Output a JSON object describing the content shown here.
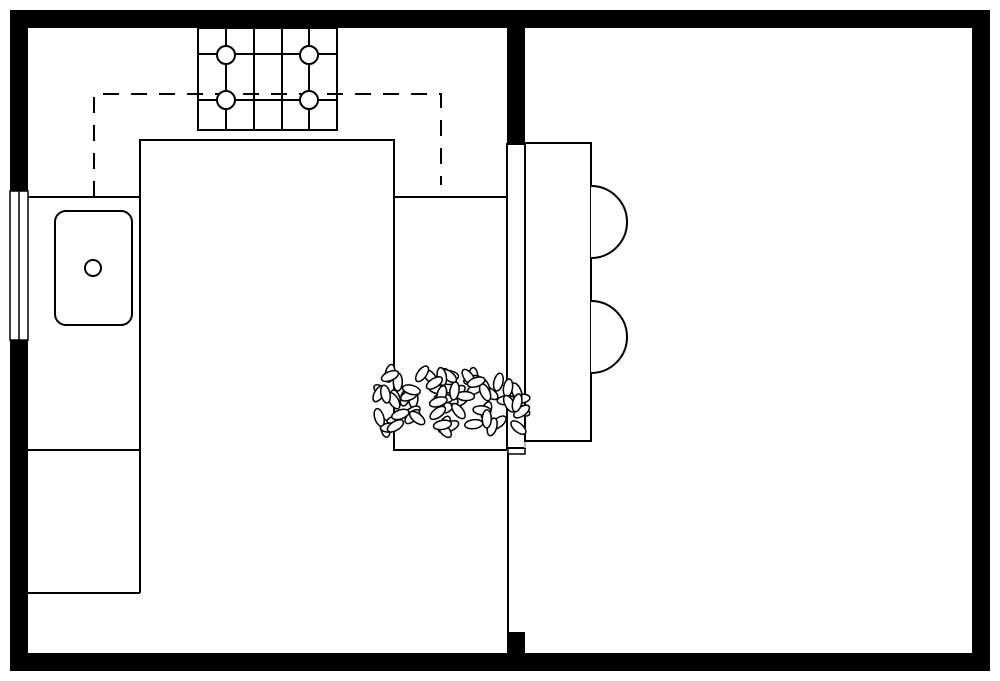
{
  "plan": {
    "colors": {
      "wall": "#000000",
      "floor": "#ffffff",
      "line": "#000000",
      "glass": "#bbbbbb"
    },
    "rooms": [
      "kitchen",
      "living-area"
    ],
    "fixtures": [
      "stove-4-burner",
      "sink",
      "counter-l-shape",
      "island-counter",
      "bar-table",
      "bar-stool",
      "bar-stool",
      "planter",
      "window",
      "glass-partition"
    ]
  }
}
